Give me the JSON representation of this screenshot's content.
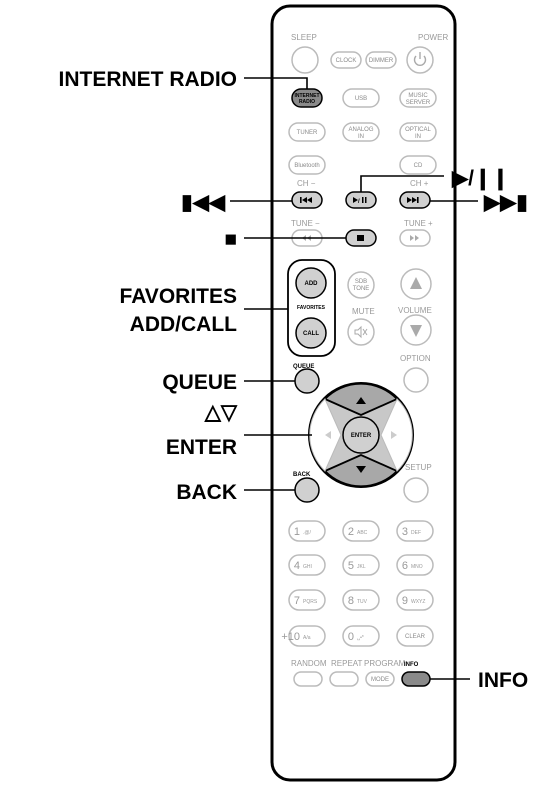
{
  "callouts": {
    "internet_radio": "INTERNET RADIO",
    "play_pause": "▶/❙❙",
    "prev": "▮◀◀",
    "next": "▶▶▮",
    "stop": "■",
    "favorites_line1": "FAVORITES",
    "favorites_line2": "ADD/CALL",
    "queue": "QUEUE",
    "cursor": "△▽",
    "enter": "ENTER",
    "back": "BACK",
    "info": "INFO"
  },
  "remote": {
    "sleep": "SLEEP",
    "power": "POWER",
    "clock": "CLOCK",
    "dimmer": "DIMMER",
    "internet_radio_1": "INTERNET",
    "internet_radio_2": "RADIO",
    "usb": "USB",
    "music_server_1": "MUSIC",
    "music_server_2": "SERVER",
    "tuner": "TUNER",
    "analog_in_1": "ANALOG",
    "analog_in_2": "IN",
    "optical_in_1": "OPTICAL",
    "optical_in_2": "IN",
    "bluetooth": "Bluetooth",
    "cd": "CD",
    "ch_minus": "CH −",
    "ch_plus": "CH +",
    "tune_minus": "TUNE −",
    "tune_plus": "TUNE +",
    "add": "ADD",
    "favorites": "FAVORITES",
    "call": "CALL",
    "sdb_tone_1": "SDB",
    "sdb_tone_2": "TONE",
    "mute": "MUTE",
    "volume": "VOLUME",
    "queue": "QUEUE",
    "option": "OPTION",
    "enter": "ENTER",
    "back": "BACK",
    "setup": "SETUP",
    "keys": [
      {
        "n": "1",
        "s": ".@/"
      },
      {
        "n": "2",
        "s": "ABC"
      },
      {
        "n": "3",
        "s": "DEF"
      },
      {
        "n": "4",
        "s": "GHI"
      },
      {
        "n": "5",
        "s": "JKL"
      },
      {
        "n": "6",
        "s": "MNO"
      },
      {
        "n": "7",
        "s": "PQRS"
      },
      {
        "n": "8",
        "s": "TUV"
      },
      {
        "n": "9",
        "s": "WXYZ"
      },
      {
        "n": "+10",
        "s": "A/a"
      },
      {
        "n": "0",
        "s": "␣•*"
      },
      {
        "n": "",
        "s": "CLEAR"
      }
    ],
    "random": "RANDOM",
    "repeat": "REPEAT",
    "program": "PROGRAM",
    "mode": "MODE",
    "info": "INFO"
  }
}
